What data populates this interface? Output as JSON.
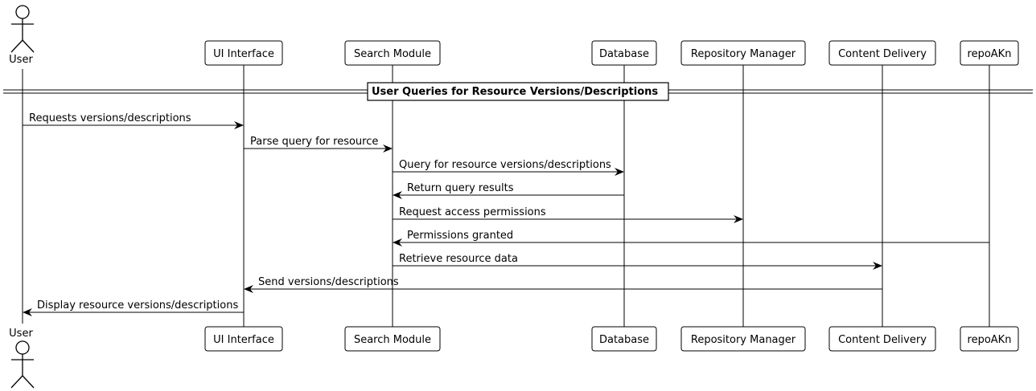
{
  "participants": [
    {
      "id": "user",
      "label": "User",
      "kind": "actor"
    },
    {
      "id": "ui",
      "label": "UI Interface",
      "kind": "box"
    },
    {
      "id": "search",
      "label": "Search Module",
      "kind": "box"
    },
    {
      "id": "db",
      "label": "Database",
      "kind": "box"
    },
    {
      "id": "repo",
      "label": "Repository Manager",
      "kind": "box"
    },
    {
      "id": "content",
      "label": "Content Delivery",
      "kind": "box"
    },
    {
      "id": "repoakn",
      "label": "repoAKn",
      "kind": "box"
    }
  ],
  "divider": {
    "label": "User Queries for Resource Versions/Descriptions"
  },
  "messages": [
    {
      "from": "user",
      "to": "ui",
      "label": "Requests versions/descriptions"
    },
    {
      "from": "ui",
      "to": "search",
      "label": "Parse query for resource"
    },
    {
      "from": "search",
      "to": "db",
      "label": "Query for resource versions/descriptions"
    },
    {
      "from": "db",
      "to": "search",
      "label": "Return query results"
    },
    {
      "from": "search",
      "to": "repo",
      "label": "Request access permissions"
    },
    {
      "from": "repoakn",
      "to": "search",
      "label": "Permissions granted"
    },
    {
      "from": "search",
      "to": "content",
      "label": "Retrieve resource data"
    },
    {
      "from": "content",
      "to": "ui",
      "label": "Send versions/descriptions"
    },
    {
      "from": "ui",
      "to": "user",
      "label": "Display resource versions/descriptions"
    }
  ],
  "colors": {
    "line": "#000000",
    "box_fill": "#ffffff",
    "text": "#000000"
  }
}
